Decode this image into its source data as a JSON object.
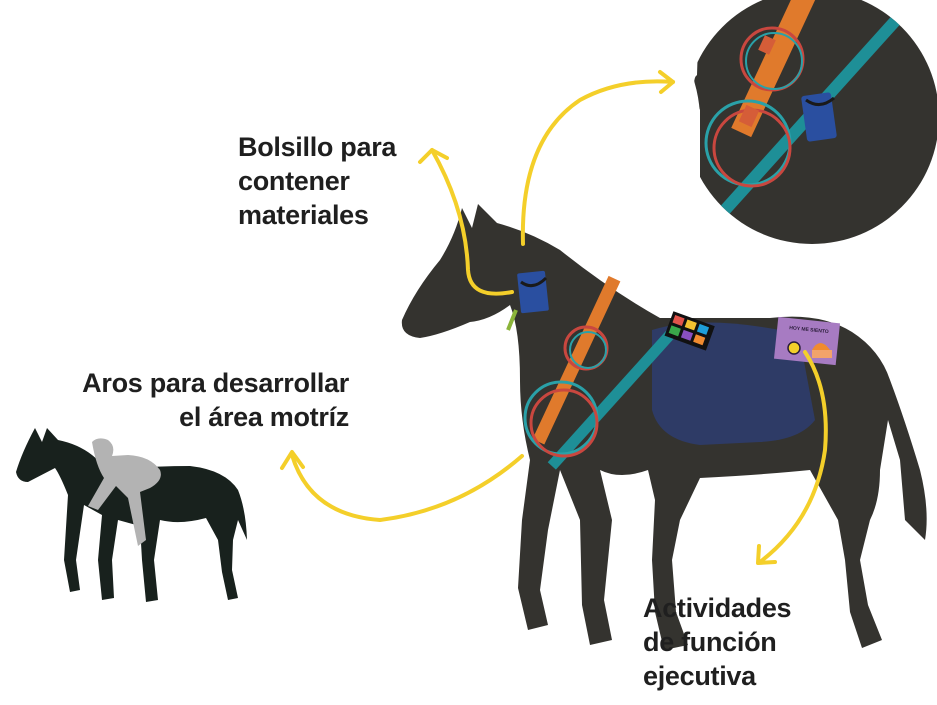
{
  "labels": {
    "pocket": [
      "Bolsillo para",
      "contener",
      "materiales"
    ],
    "rings": [
      "Aros para desarrollar",
      "el área motríz"
    ],
    "activities": [
      "Actividades",
      "de función",
      "ejecutiva"
    ]
  },
  "emotion_card": {
    "title": "HOY ME SIENTO"
  },
  "colors": {
    "horse": "#34332f",
    "small_horse": "#18211d",
    "rider": "#b3b3b3",
    "saddle_pad": "#2e3b66",
    "strap_orange": "#e07a2c",
    "strap_teal": "#1e8f97",
    "ring_red": "#c9473f",
    "ring_teal": "#2aa1a8",
    "pocket_blue": "#2a4fa0",
    "arrow_yellow": "#f4cf2a",
    "card_purple": "#a77bc2"
  },
  "color_palette_card": [
    "#e2534a",
    "#f2c230",
    "#1e9ed8",
    "#3aa84a",
    "#8a4fc1",
    "#f08b2f"
  ]
}
